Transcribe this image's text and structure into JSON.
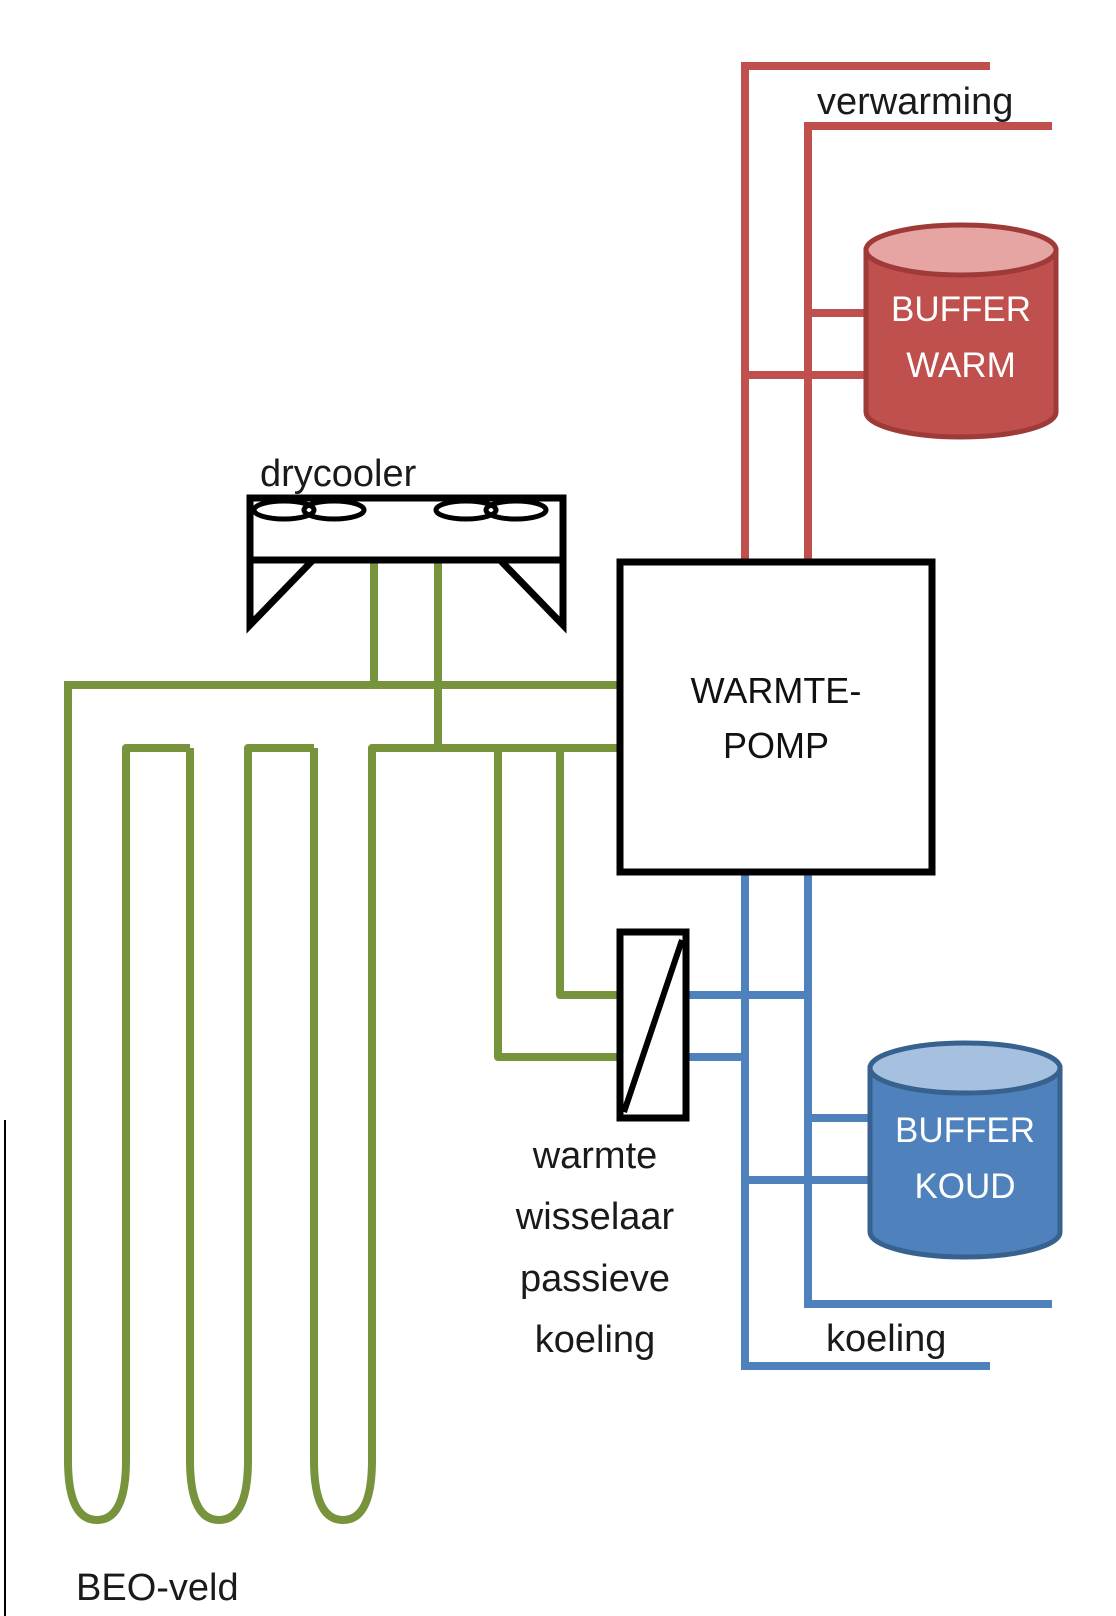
{
  "labels": {
    "heating": "verwarming",
    "cooling": "koeling",
    "drycooler": "drycooler",
    "heat_pump_line1": "WARMTE-",
    "heat_pump_line2": "POMP",
    "hx_line1": "warmte",
    "hx_line2": "wisselaar",
    "hx_line3": "passieve",
    "hx_line4": "koeling",
    "buffer_warm_line1": "BUFFER",
    "buffer_warm_line2": "WARM",
    "buffer_cold_line1": "BUFFER",
    "buffer_cold_line2": "KOUD",
    "beo_field": "BEO-veld"
  },
  "colors": {
    "warm": "#c0504d",
    "cold": "#4f81bd",
    "ground": "#77933c"
  }
}
